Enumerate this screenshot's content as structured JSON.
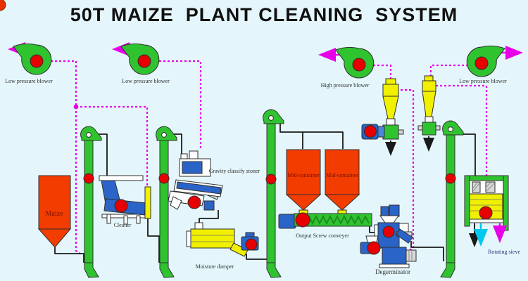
{
  "title": "50T MAIZE  PLANT CLEANING  SYSTEM",
  "labels": {
    "blower1": "Low pressure blower",
    "blower2": "Low pressure blower",
    "blower3": "High pressure blower",
    "blower4": "Low pressure blower",
    "maize": "Maize",
    "cleaner": "Cleaner",
    "stoner": "Gravity classify stoner",
    "damper": "Moisture damper",
    "mid1": "Mid-container",
    "mid2": "Mid-container",
    "conveyor": "Output Screw conveyer",
    "degerminator": "Degerminator",
    "sieve": "Rotating sieve"
  },
  "colors": {
    "bg": "#E4F6FB",
    "green": "#2FC42F",
    "dgreen": "#1E8C1E",
    "red": "#E80000",
    "orange": "#F23C00",
    "blue": "#2A64C8",
    "lblue": "#4A86E0",
    "yellow": "#F0F000",
    "magenta": "#E800E8",
    "outline": "#2F2F2F",
    "line": "#1A1A1A",
    "label": "#333333",
    "hopperText": "#7A1000",
    "sieveLabel": "#2F2F78",
    "title": "#101010"
  }
}
